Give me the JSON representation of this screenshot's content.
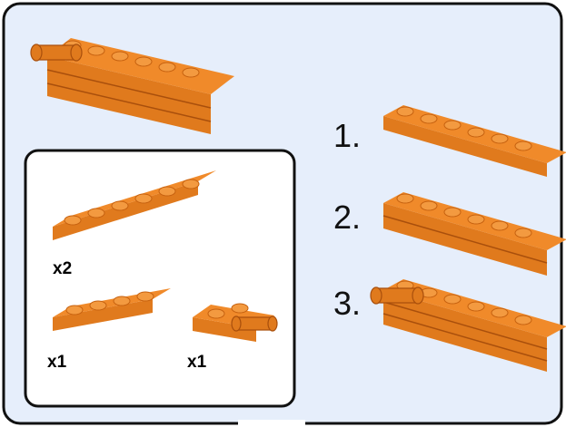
{
  "colors": {
    "panel_bg": "#e6eefb",
    "frame": "#111111",
    "parts_box_bg": "#ffffff",
    "brick_top": "#f08a2a",
    "brick_side": "#c6610f",
    "brick_front": "#e07a1d",
    "stud": "#f39a40"
  },
  "steps": [
    {
      "label": "1.",
      "part": "1x6 plate"
    },
    {
      "label": "2.",
      "part": "1x6 plate stacked"
    },
    {
      "label": "3.",
      "part": "1x6 plate with clip attached"
    }
  ],
  "parts_list": [
    {
      "part": "1x6 plate",
      "qty": "x2"
    },
    {
      "part": "1x4 plate",
      "qty": "x1"
    },
    {
      "part": "1x2 plate with clips",
      "qty": "x1"
    }
  ]
}
